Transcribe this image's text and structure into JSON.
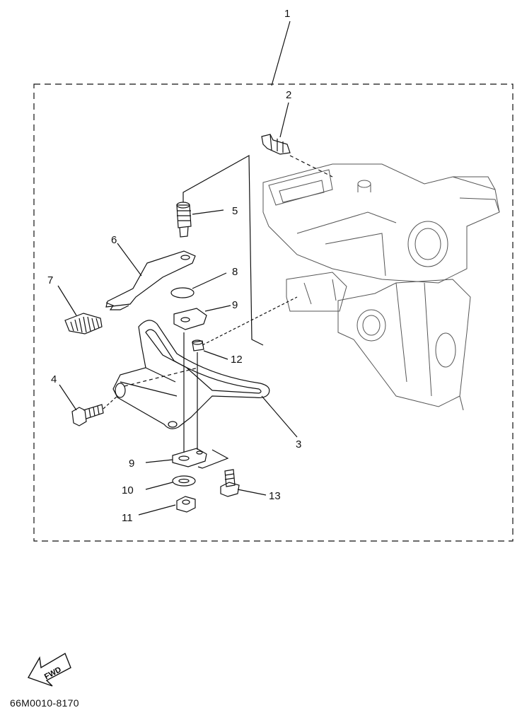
{
  "callouts": {
    "c1": "1",
    "c2": "2",
    "c3": "3",
    "c4": "4",
    "c5": "5",
    "c6": "6",
    "c7": "7",
    "c8": "8",
    "c9a": "9",
    "c9b": "9",
    "c10": "10",
    "c11": "11",
    "c12": "12",
    "c13": "13"
  },
  "direction": {
    "fwd": "FWD"
  },
  "figure_code": "66M0010-8170"
}
